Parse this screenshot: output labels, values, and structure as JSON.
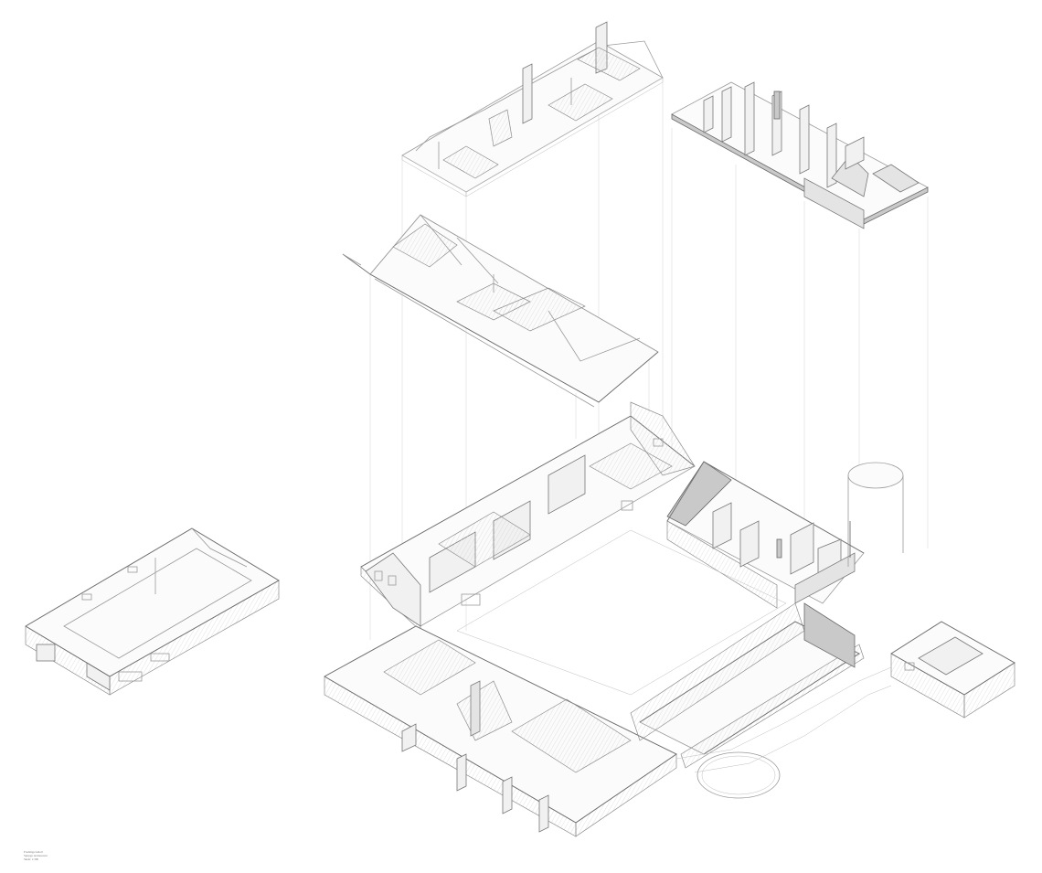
{
  "caption": {
    "title": "Fredslige beholl",
    "subtitle": "Sptrpge decmorzent",
    "scale": "Skala: 1:300"
  },
  "colors": {
    "line": "#9a9a9a",
    "dark_line": "#707070",
    "shaded_surface": "#c9c9c9",
    "background": "#ffffff"
  }
}
